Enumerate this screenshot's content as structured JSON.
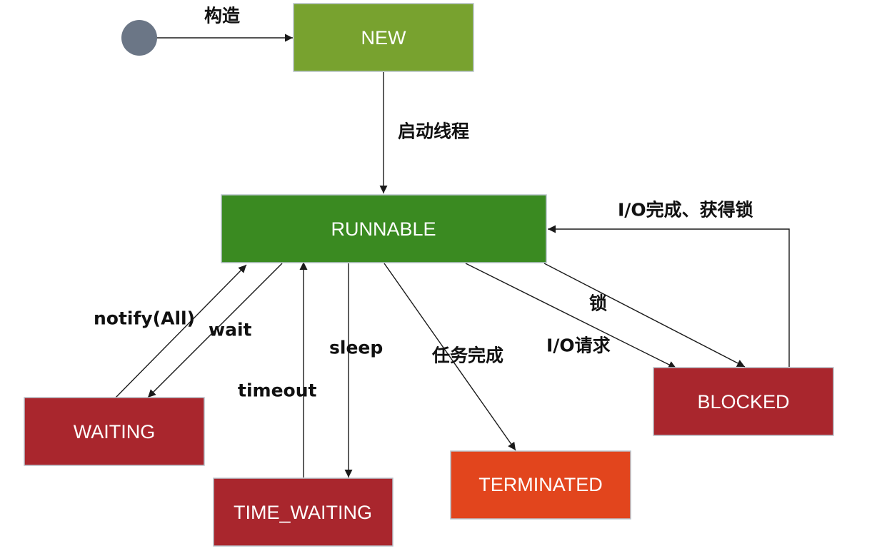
{
  "diagram": {
    "start": {
      "icon": "initial-state-dot",
      "color": "#6b7686"
    },
    "states": {
      "new": {
        "label": "NEW",
        "color": "#78a22f"
      },
      "runnable": {
        "label": "RUNNABLE",
        "color": "#3a8a21"
      },
      "waiting": {
        "label": "WAITING",
        "color": "#a9262d"
      },
      "time_waiting": {
        "label": "TIME_WAITING",
        "color": "#a9262d"
      },
      "terminated": {
        "label": "TERMINATED",
        "color": "#e2451d"
      },
      "blocked": {
        "label": "BLOCKED",
        "color": "#a9262d"
      }
    },
    "transitions": {
      "construct": "构造",
      "start_thread": "启动线程",
      "io_done_lock_acquired": "I/O完成、获得锁",
      "notify_all": "notify(All)",
      "wait": "wait",
      "timeout": "timeout",
      "sleep": "sleep",
      "task_done": "任务完成",
      "io_request": "I/O请求",
      "lock": "锁"
    }
  }
}
